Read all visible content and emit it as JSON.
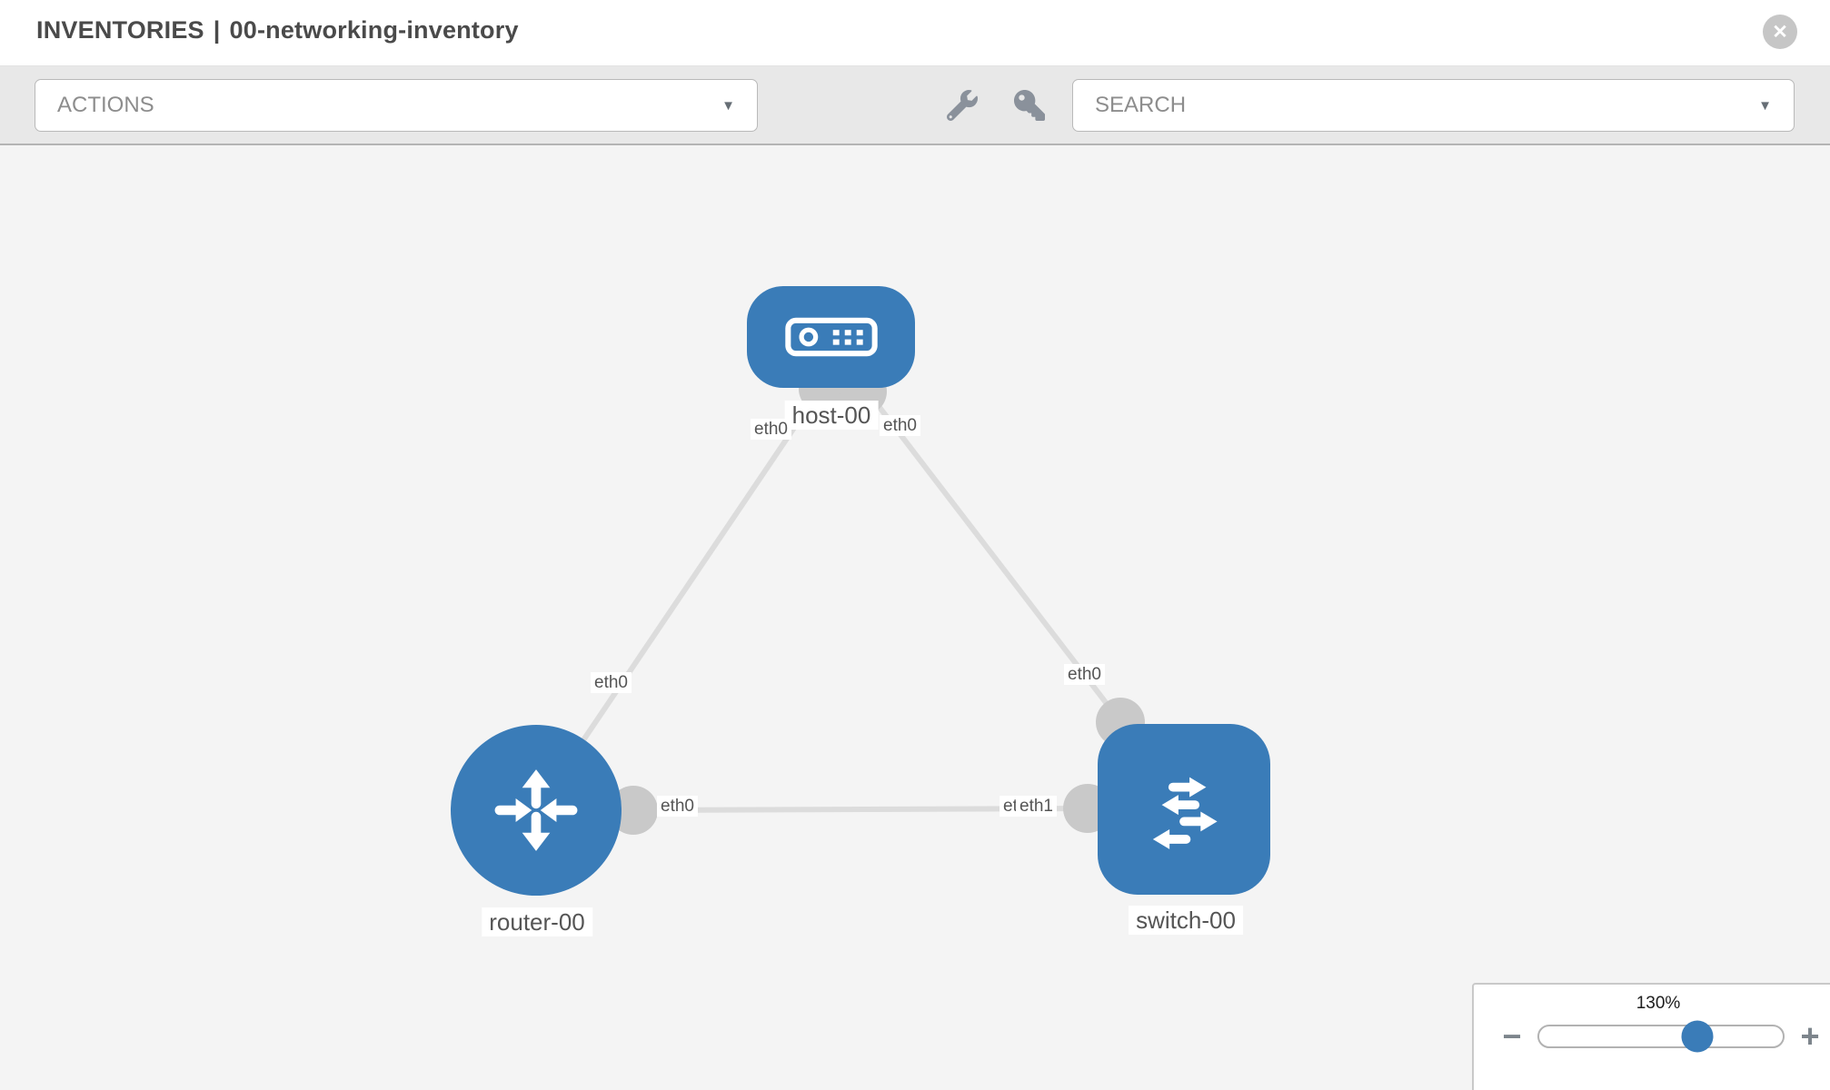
{
  "header": {
    "title_prefix": "INVENTORIES",
    "title_separator": "|",
    "inventory_name": "00-networking-inventory"
  },
  "toolbar": {
    "actions_label": "ACTIONS",
    "search_label": "SEARCH",
    "tool_icons": [
      "wrench-icon",
      "key-icon"
    ]
  },
  "icons": {
    "caret": "▼",
    "close": "✕",
    "minus": "−",
    "plus": "+"
  },
  "topology": {
    "nodes": [
      {
        "id": "host-00",
        "type": "host",
        "label": "host-00"
      },
      {
        "id": "router-00",
        "type": "router",
        "label": "router-00"
      },
      {
        "id": "switch-00",
        "type": "switch",
        "label": "switch-00"
      }
    ],
    "links": [
      {
        "from": "host-00",
        "from_iface": "eth0",
        "to": "router-00",
        "to_iface": "eth0"
      },
      {
        "from": "host-00",
        "from_iface": "eth0",
        "to": "switch-00",
        "to_iface": "eth0"
      },
      {
        "from": "router-00",
        "from_iface": "eth0",
        "to": "switch-00",
        "to_iface": "eth1",
        "to_iface_hidden": "eth0"
      }
    ]
  },
  "zoom_control": {
    "percent": 130,
    "percent_display": "130%",
    "slider_position_pct": 65
  },
  "colors": {
    "node_blue": "#3a7cb8",
    "link_gray": "#dcdcdc",
    "endpoint_gray": "#c9c9c9",
    "toolbar_bg": "#e8e8e8",
    "canvas_bg": "#f4f4f4"
  }
}
